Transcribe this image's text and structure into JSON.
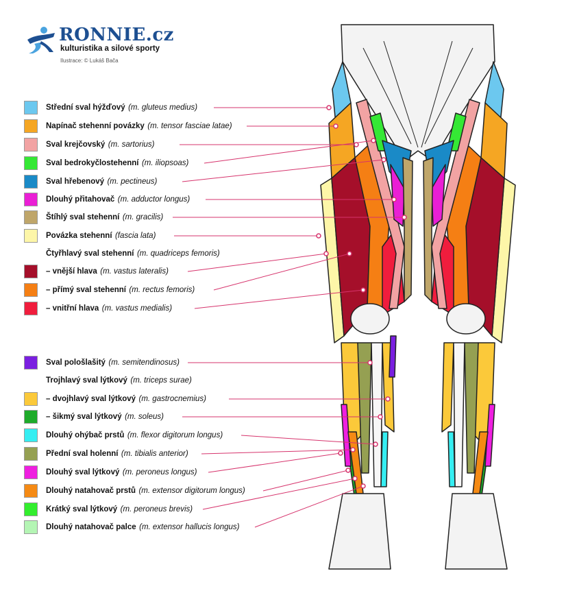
{
  "brand": {
    "name": "RONNIE.cz",
    "tagline": "kulturistika a silové sporty",
    "credit": "Ilustrace: © Lukáš Bača"
  },
  "colors": {
    "leader": "#d6336c",
    "brand": "#1d4f91",
    "outline": "#222222"
  },
  "legend": [
    {
      "main": "Střední sval hýžďový",
      "latin": "(m. gluteus medius)",
      "color": "#6cc8ef"
    },
    {
      "main": "Napínač stehenní povázky",
      "latin": "(m. tensor fasciae latae)",
      "color": "#f5a623"
    },
    {
      "main": "Sval krejčovský",
      "latin": "(m. sartorius)",
      "color": "#f2a3a3"
    },
    {
      "main": "Sval bedrokyčlostehenní",
      "latin": "(m. iliopsoas)",
      "color": "#35e835"
    },
    {
      "main": "Sval hřebenový",
      "latin": "(m. pectineus)",
      "color": "#1a8ac7"
    },
    {
      "main": "Dlouhý přitahovač",
      "latin": "(m. adductor longus)",
      "color": "#ea1fd5"
    },
    {
      "main": "Štíhlý sval stehenní",
      "latin": "(m. gracilis)",
      "color": "#bfa66a"
    },
    {
      "main": "Povázka stehenní",
      "latin": "(fascia lata)",
      "color": "#fdf6a8"
    },
    {
      "main": "Čtyřhlavý sval stehenní",
      "latin": "(m. quadriceps femoris)",
      "color": null
    },
    {
      "main": "– vnější hlava",
      "latin": "(m. vastus lateralis)",
      "color": "#a50f2a"
    },
    {
      "main": "– přímý sval stehenní",
      "latin": "(m. rectus femoris)",
      "color": "#f57f14"
    },
    {
      "main": "– vnitřní hlava",
      "latin": "(m. vastus medialis)",
      "color": "#f01d3d"
    },
    {
      "main": "Sval pološlašitý",
      "latin": "(m. semitendinosus)",
      "color": "#7a1fe0"
    },
    {
      "main": "Trojhlavý sval lýtkový",
      "latin": "(m. triceps surae)",
      "color": null
    },
    {
      "main": "– dvojhlavý sval lýtkový",
      "latin": "(m. gastrocnemius)",
      "color": "#fbc93a"
    },
    {
      "main": "– šikmý sval lýtkový",
      "latin": "(m. soleus)",
      "color": "#1eab2a"
    },
    {
      "main": "Dlouhý ohýbač prstů",
      "latin": "(m. flexor digitorum longus)",
      "color": "#35eef2"
    },
    {
      "main": "Přední sval holenní",
      "latin": "(m. tibialis anterior)",
      "color": "#95a052"
    },
    {
      "main": "Dlouhý sval lýtkový",
      "latin": "(m. peroneus longus)",
      "color": "#ef1fe0"
    },
    {
      "main": "Dlouhý natahovač prstů",
      "latin": "(m. extensor digitorum longus)",
      "color": "#f58a14"
    },
    {
      "main": "Krátký sval lýtkový",
      "latin": "(m. peroneus brevis)",
      "color": "#33ee2e"
    },
    {
      "main": "Dlouhý natahovač palce",
      "latin": "(m. extensor hallucis longus)",
      "color": "#b4f5b4"
    }
  ]
}
